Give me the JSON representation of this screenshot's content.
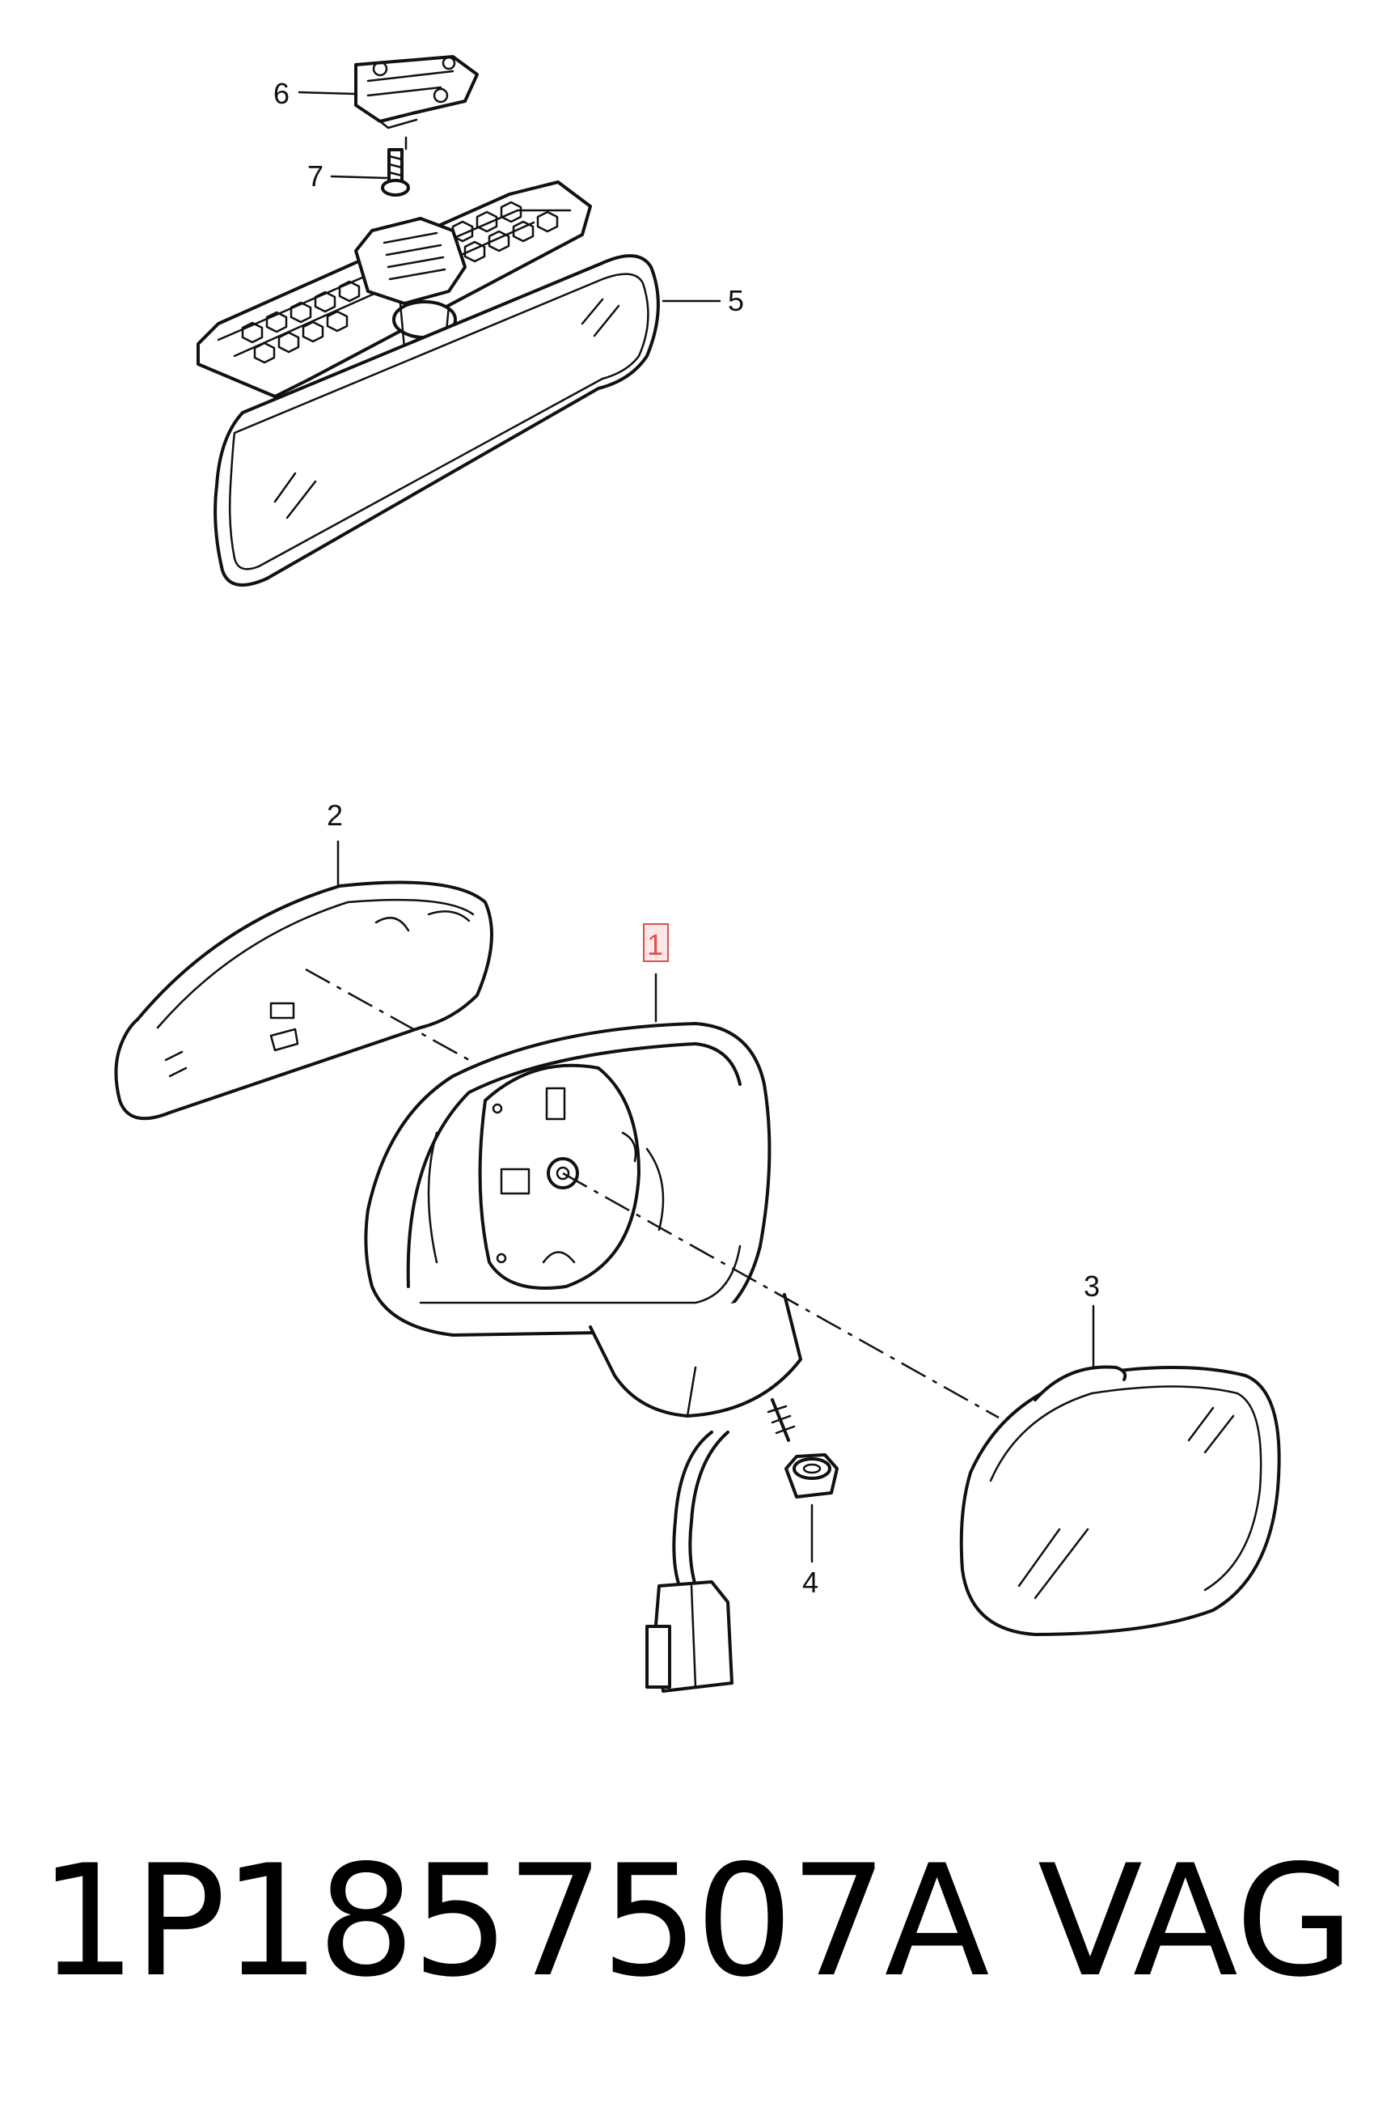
{
  "diagram": {
    "callouts": [
      {
        "id": "6",
        "label": "6",
        "highlighted": false
      },
      {
        "id": "7",
        "label": "7",
        "highlighted": false
      },
      {
        "id": "5",
        "label": "5",
        "highlighted": false
      },
      {
        "id": "2",
        "label": "2",
        "highlighted": false
      },
      {
        "id": "1",
        "label": "1",
        "highlighted": true
      },
      {
        "id": "3",
        "label": "3",
        "highlighted": false
      },
      {
        "id": "4",
        "label": "4",
        "highlighted": false
      }
    ],
    "highlight_color": "#d9534f"
  },
  "footer": {
    "part_number": "1P1857507A",
    "brand": "VAG"
  }
}
